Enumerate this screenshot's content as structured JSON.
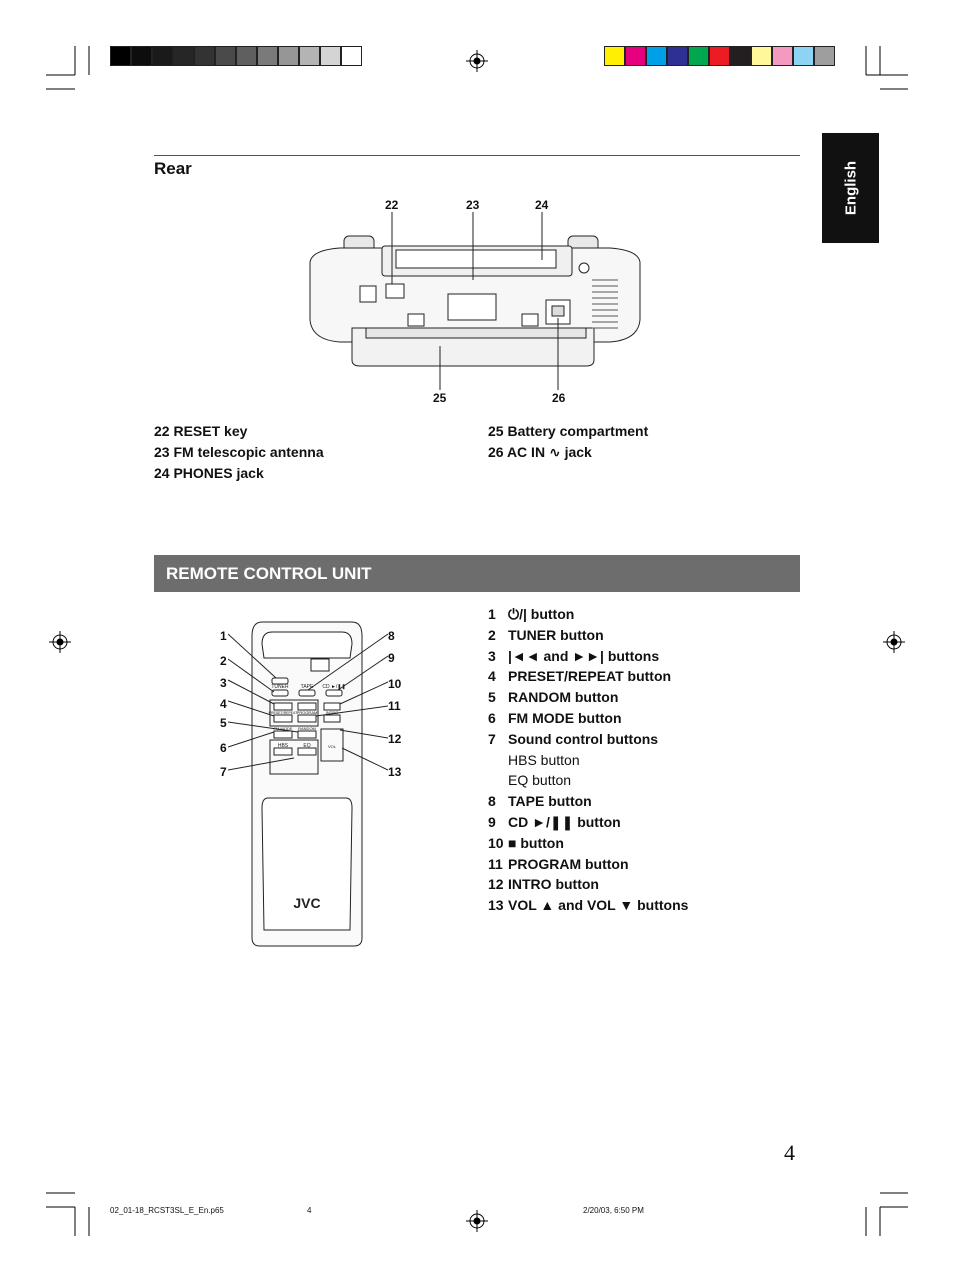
{
  "language_tab": "English",
  "rear": {
    "title": "Rear",
    "callouts_top": [
      "22",
      "23",
      "24"
    ],
    "callouts_bottom": [
      "25",
      "26"
    ],
    "items_left": [
      "22 RESET key",
      "23 FM telescopic antenna",
      "24 PHONES jack"
    ],
    "items_right": [
      "25 Battery compartment",
      "26 AC IN ∿ jack"
    ]
  },
  "remote": {
    "title": "REMOTE CONTROL UNIT",
    "callouts_left": [
      "1",
      "2",
      "3",
      "4",
      "5",
      "6",
      "7"
    ],
    "callouts_right": [
      "8",
      "9",
      "10",
      "11",
      "12",
      "13"
    ],
    "unit_labels": {
      "tuner": "TUNER",
      "tape": "TAPE",
      "cd": "CD ►/❚❚",
      "preset": "PRESET/REPEAT",
      "program": "PROGRAM",
      "fm_mode": "FM MODE",
      "random": "RANDOM",
      "intro": "INTRO",
      "hbs": "HBS",
      "eq": "EQ",
      "vol": "VOL",
      "brand": "JVC"
    },
    "items": [
      {
        "num": "1",
        "label": "⏻/| button"
      },
      {
        "num": "2",
        "label": "TUNER button"
      },
      {
        "num": "3",
        "label": "|◄◄ and ►►| buttons"
      },
      {
        "num": "4",
        "label": "PRESET/REPEAT button"
      },
      {
        "num": "5",
        "label": "RANDOM button"
      },
      {
        "num": "6",
        "label": "FM MODE button"
      },
      {
        "num": "7",
        "label": "Sound control buttons",
        "sub": [
          "HBS button",
          "EQ button"
        ]
      },
      {
        "num": "8",
        "label": "TAPE button"
      },
      {
        "num": "9",
        "label": "CD ►/❚❚ button"
      },
      {
        "num": "10",
        "label": "■ button"
      },
      {
        "num": "11",
        "label": "PROGRAM button"
      },
      {
        "num": "12",
        "label": "INTRO button"
      },
      {
        "num": "13",
        "label": "VOL ▲ and VOL ▼ buttons"
      }
    ]
  },
  "page_number": "4",
  "footer": {
    "file": "02_01-18_RCST3SL_E_En.p65",
    "page": "4",
    "timestamp": "2/20/03, 6:50 PM"
  },
  "colors": {
    "grays": [
      "#000000",
      "#0d0d0d",
      "#1a1a1a",
      "#262626",
      "#333333",
      "#4a4a4a",
      "#5f5f5f",
      "#7a7a7a",
      "#969696",
      "#b4b4b4",
      "#d4d4d4",
      "#ffffff"
    ],
    "process": [
      "#ffef00",
      "#e6007e",
      "#00a0e9",
      "#2e3192",
      "#00a650",
      "#ed1c24",
      "#231f20",
      "#fff799",
      "#f49ac1",
      "#8fd3f4",
      "#9e9e9e"
    ]
  }
}
